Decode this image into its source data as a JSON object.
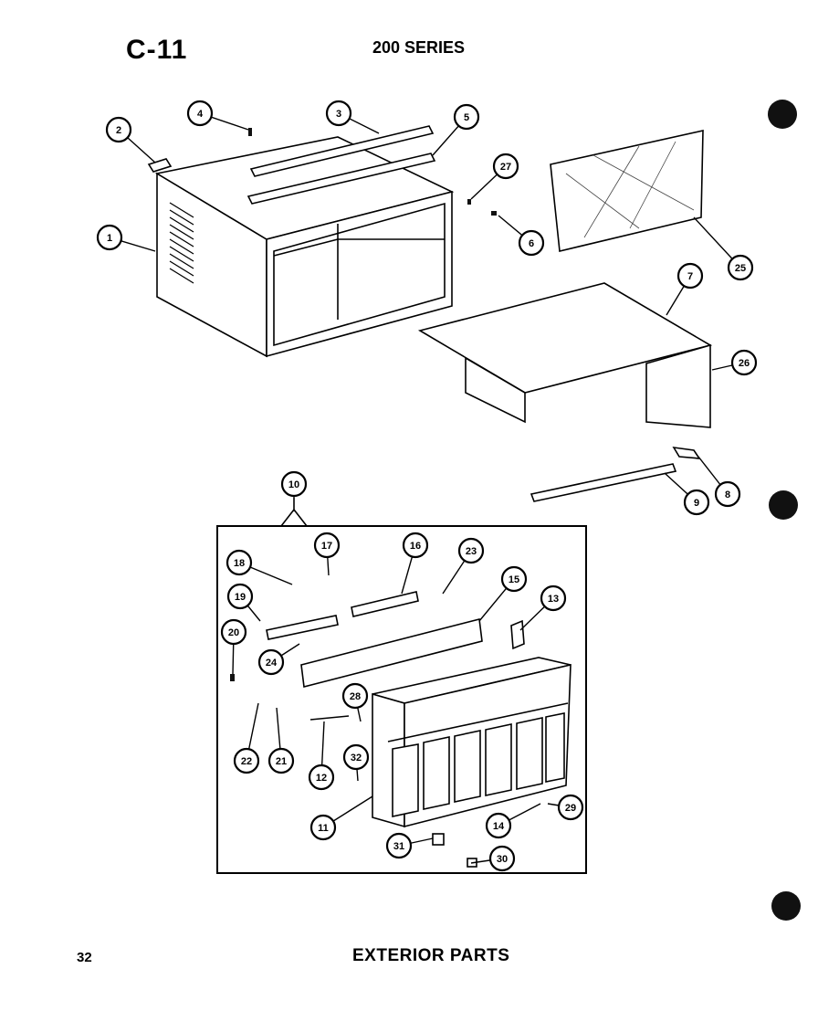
{
  "header": {
    "page_code": "C-11",
    "series": "200 SERIES"
  },
  "footer": {
    "page_number": "32",
    "title": "EXTERIOR PARTS"
  },
  "callouts": [
    "1",
    "2",
    "3",
    "4",
    "5",
    "27",
    "6",
    "25",
    "7",
    "26",
    "8",
    "9",
    "10",
    "18",
    "17",
    "16",
    "23",
    "15",
    "13",
    "19",
    "20",
    "24",
    "28",
    "22",
    "21",
    "12",
    "32",
    "11",
    "31",
    "30",
    "14",
    "29"
  ],
  "colors": {
    "ink": "#000000",
    "paper": "#ffffff"
  }
}
